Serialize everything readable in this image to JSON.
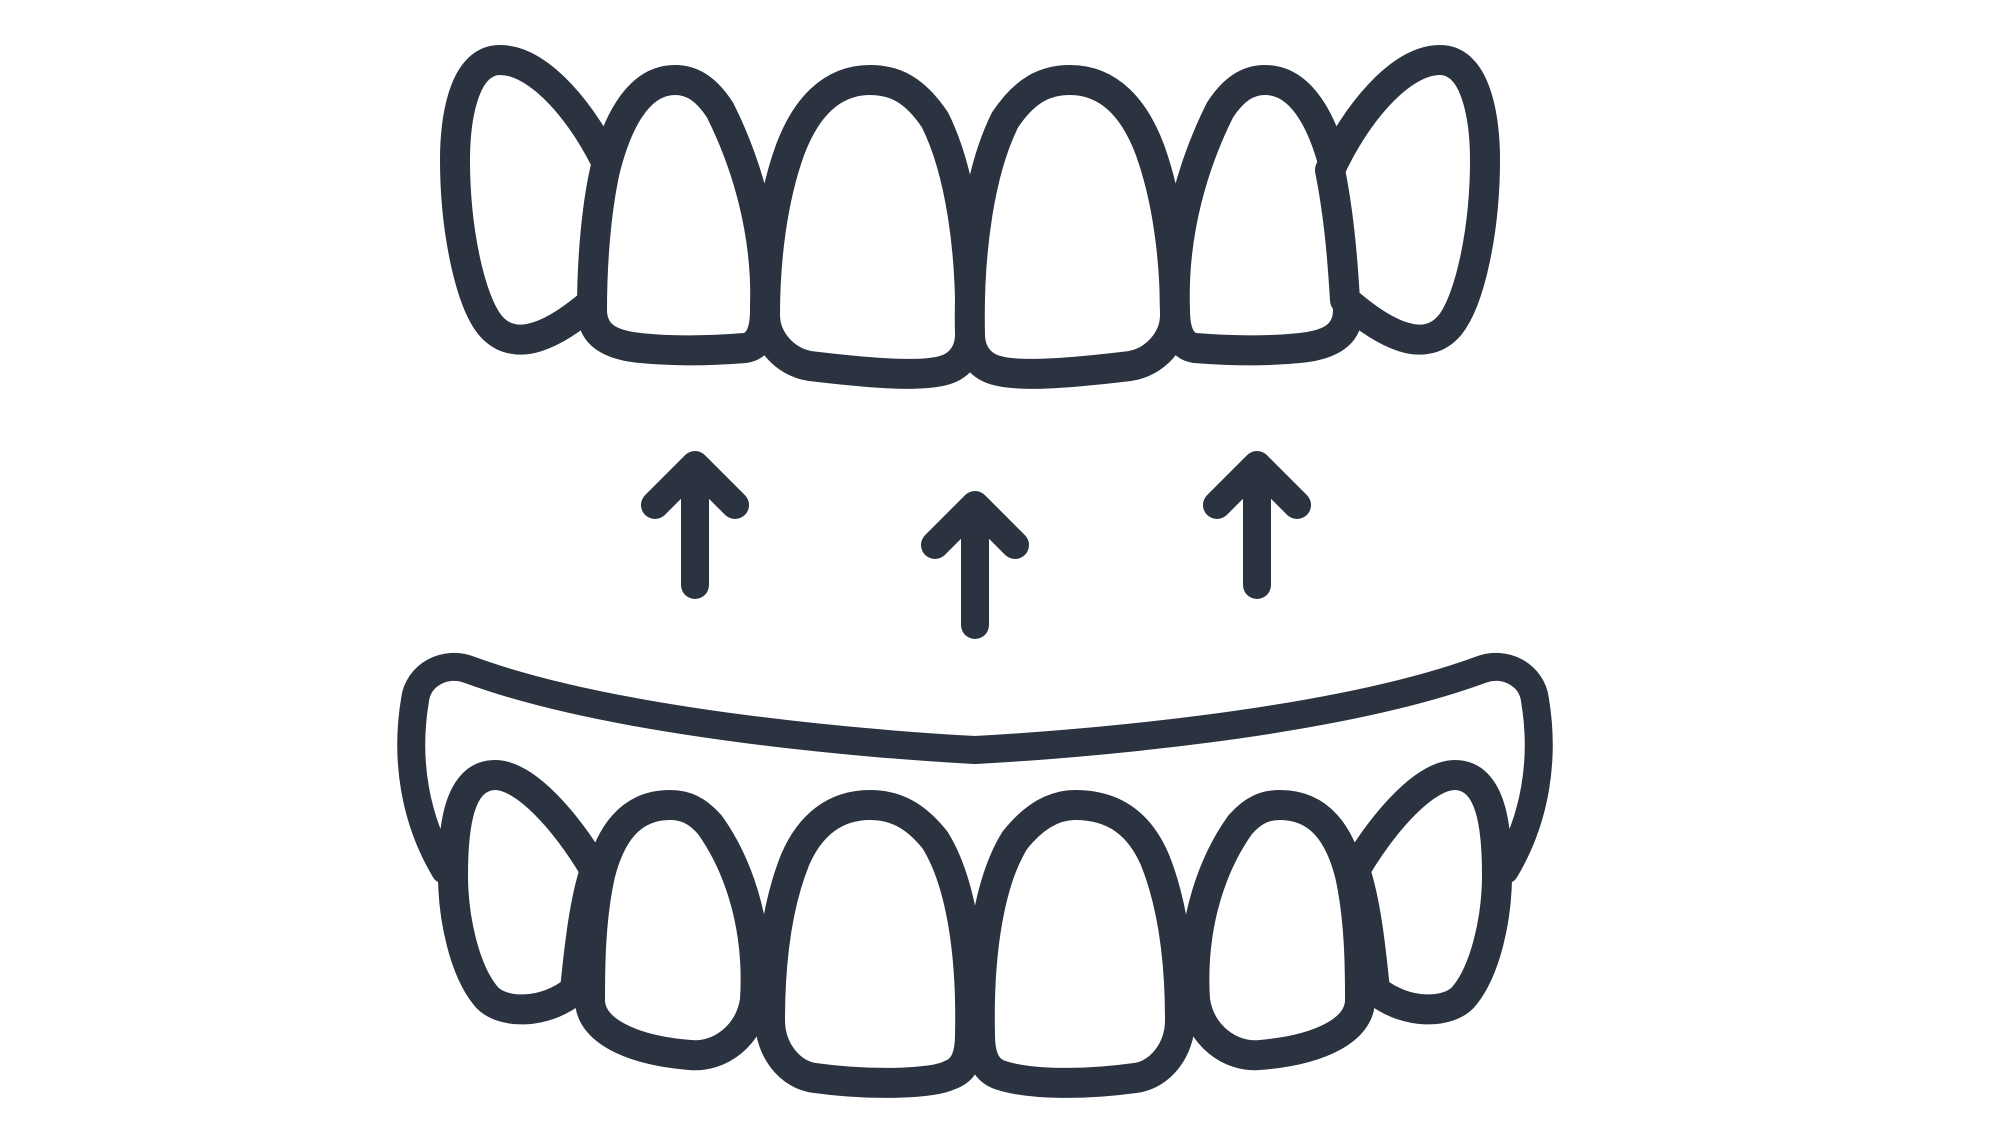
{
  "illustration": {
    "subject": "teeth-whitening-tray-upward",
    "colors": {
      "stroke": "#2b3240",
      "background": "#ffffff",
      "fill": "#ffffff"
    },
    "upper_arch": {
      "tooth_count": 6
    },
    "lower_arch": {
      "tooth_count": 6,
      "has_tray": true
    },
    "arrows": {
      "count": 3,
      "direction": "up"
    }
  }
}
